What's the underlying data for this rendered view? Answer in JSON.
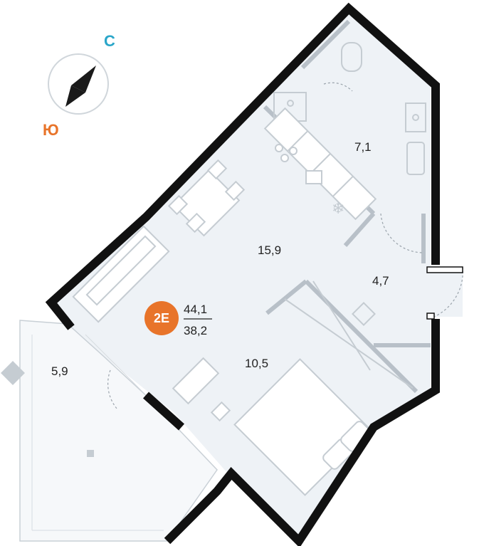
{
  "compass": {
    "north": "С",
    "south": "Ю"
  },
  "apartment": {
    "code": "2E",
    "total_area": "44,1",
    "living_area": "38,2"
  },
  "rooms": {
    "bathroom": "7,1",
    "kitchen_living": "15,9",
    "hallway": "4,7",
    "bedroom": "10,5",
    "balcony": "5,9"
  },
  "colors": {
    "wall": "#111111",
    "floor": "#eef2f6",
    "furniture": "#c5ccd2",
    "badge": "#e8742a",
    "compass_north": "#2aa6c9",
    "compass_south": "#e8742a"
  }
}
